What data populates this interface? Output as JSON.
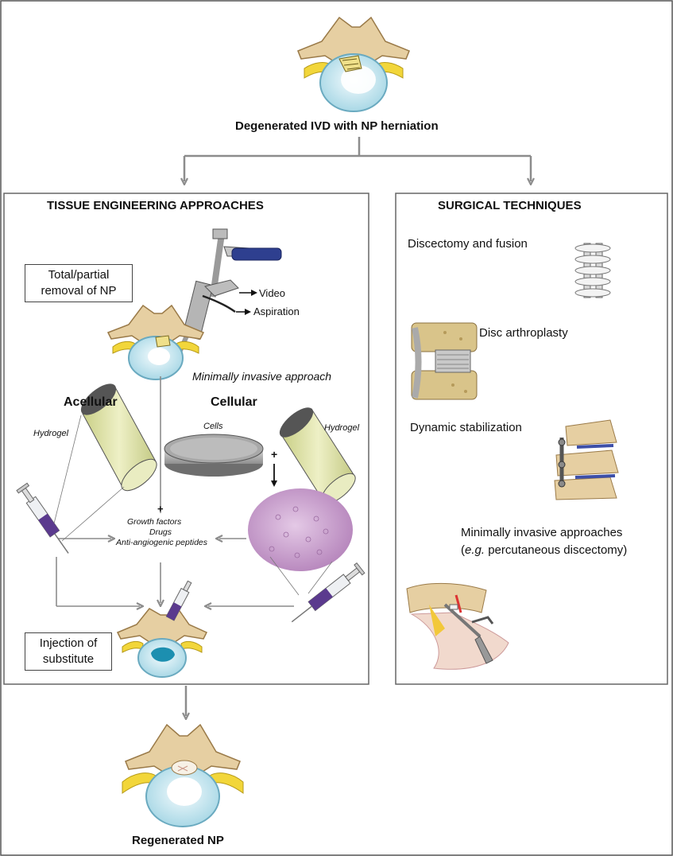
{
  "top": {
    "caption": "Degenerated IVD with NP herniation"
  },
  "bottom": {
    "caption": "Regenerated NP"
  },
  "tissue": {
    "heading": "TISSUE ENGINEERING APPROACHES",
    "removal_box": [
      "Total/partial",
      "removal of NP"
    ],
    "video_label": "Video",
    "aspiration_label": "Aspiration",
    "minimally_invasive_label": "Minimally invasive approach",
    "acellular": "Acellular",
    "cellular": "Cellular",
    "hydrogel_left": "Hydrogel",
    "hydrogel_right": "Hydrogel",
    "cells": "Cells",
    "plus_symbol": "+",
    "additives": [
      "Growth factors",
      "Drugs",
      "Anti-angiogenic peptides"
    ],
    "injection_box": [
      "Injection of",
      "substitute"
    ]
  },
  "surgical": {
    "heading": "SURGICAL TECHNIQUES",
    "items": [
      {
        "label": "Discectomy and fusion"
      },
      {
        "label": "Disc arthroplasty"
      },
      {
        "label": "Dynamic stabilization"
      },
      {
        "label_line1": "Minimally invasive approaches",
        "label_line2_prefix": "(",
        "label_line2_italic": "e.g.",
        "label_line2_rest": " percutaneous discectomy)"
      }
    ]
  },
  "colors": {
    "arrow_gray": "#8c8c8c",
    "bone": "#e6cfa2",
    "bone_edge": "#9a7a48",
    "disc_blue": "#bfe4ee",
    "nerve_yellow": "#f2d63a",
    "hydrogel_green": "#dfe3a8",
    "cells_purple": "#c49bc9",
    "syringe_purple": "#5b3a8e",
    "handle_blue": "#2e3f8f"
  }
}
